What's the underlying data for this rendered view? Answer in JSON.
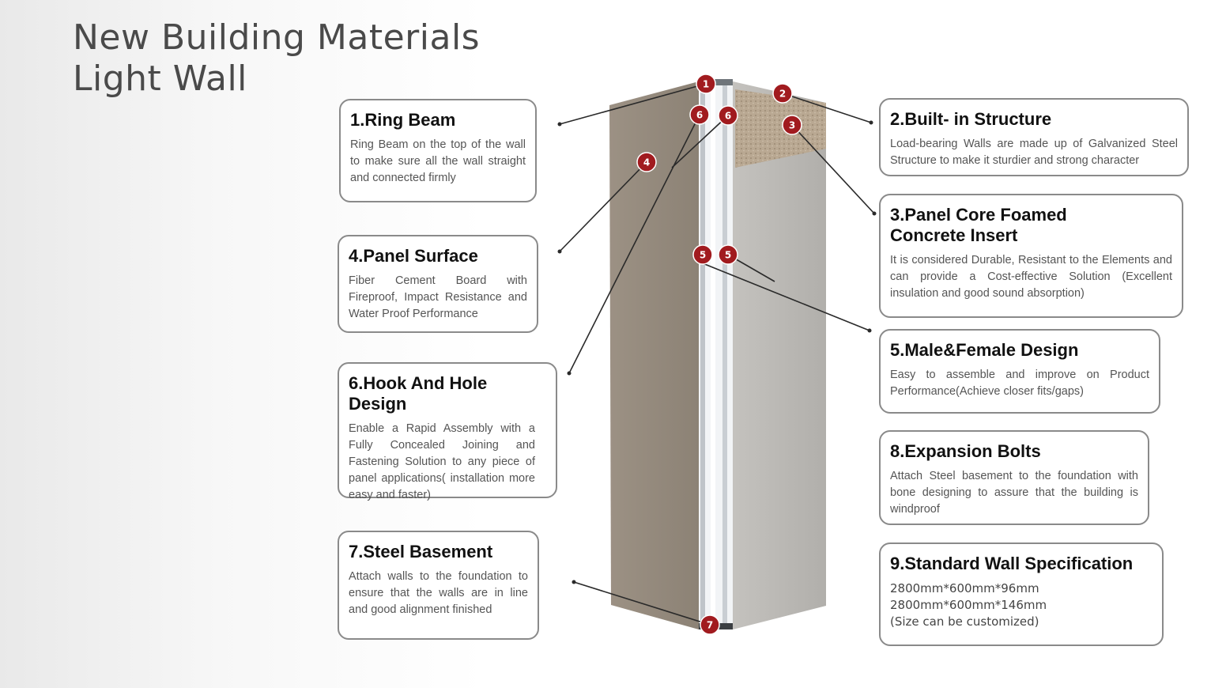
{
  "title": {
    "line1": "New Building Materials",
    "line2": "Light Wall"
  },
  "colors": {
    "badge": "#a11b1f",
    "panel_face": "#a0968a",
    "panel_gray": "#b9b7b3",
    "card_border": "#8a8a8a"
  },
  "cards": [
    {
      "heading": "1.Ring Beam",
      "body": "Ring Beam on the top of the wall to make sure all the wall straight and connected firmly"
    },
    {
      "heading": "4.Panel Surface",
      "body": "Fiber Cement Board with Fireproof, Impact Resistance and Water Proof Performance"
    },
    {
      "heading": "6.Hook And Hole Design",
      "body": "Enable a Rapid Assembly with a Fully Concealed Joining and Fastening Solution to any piece of panel applications( installation more easy and faster)"
    },
    {
      "heading": "7.Steel Basement",
      "body": "Attach walls to the foundation to ensure that the walls are in line and good alignment finished"
    },
    {
      "heading": "2.Built- in Structure",
      "body": "Load-bearing Walls are made up of Galvanized Steel Structure to make it sturdier and strong character"
    },
    {
      "heading": "3.Panel Core Foamed Concrete Insert",
      "body": "It is considered Durable, Resistant to the Elements and can provide a Cost-effective Solution (Excellent insulation and good sound absorption)"
    },
    {
      "heading": "5.Male&Female Design",
      "body": "Easy to assemble and improve on Product Performance(Achieve closer fits/gaps)"
    },
    {
      "heading": "8.Expansion Bolts",
      "body": "Attach Steel basement to the foundation with bone designing to assure that the building is windproof"
    },
    {
      "heading": "9.Standard Wall Specification",
      "spec": [
        "2800mm*600mm*96mm",
        "2800mm*600mm*146mm",
        "(Size can be customized)"
      ]
    }
  ],
  "badges": [
    "1",
    "2",
    "3",
    "4",
    "5",
    "5",
    "6",
    "6",
    "7"
  ]
}
